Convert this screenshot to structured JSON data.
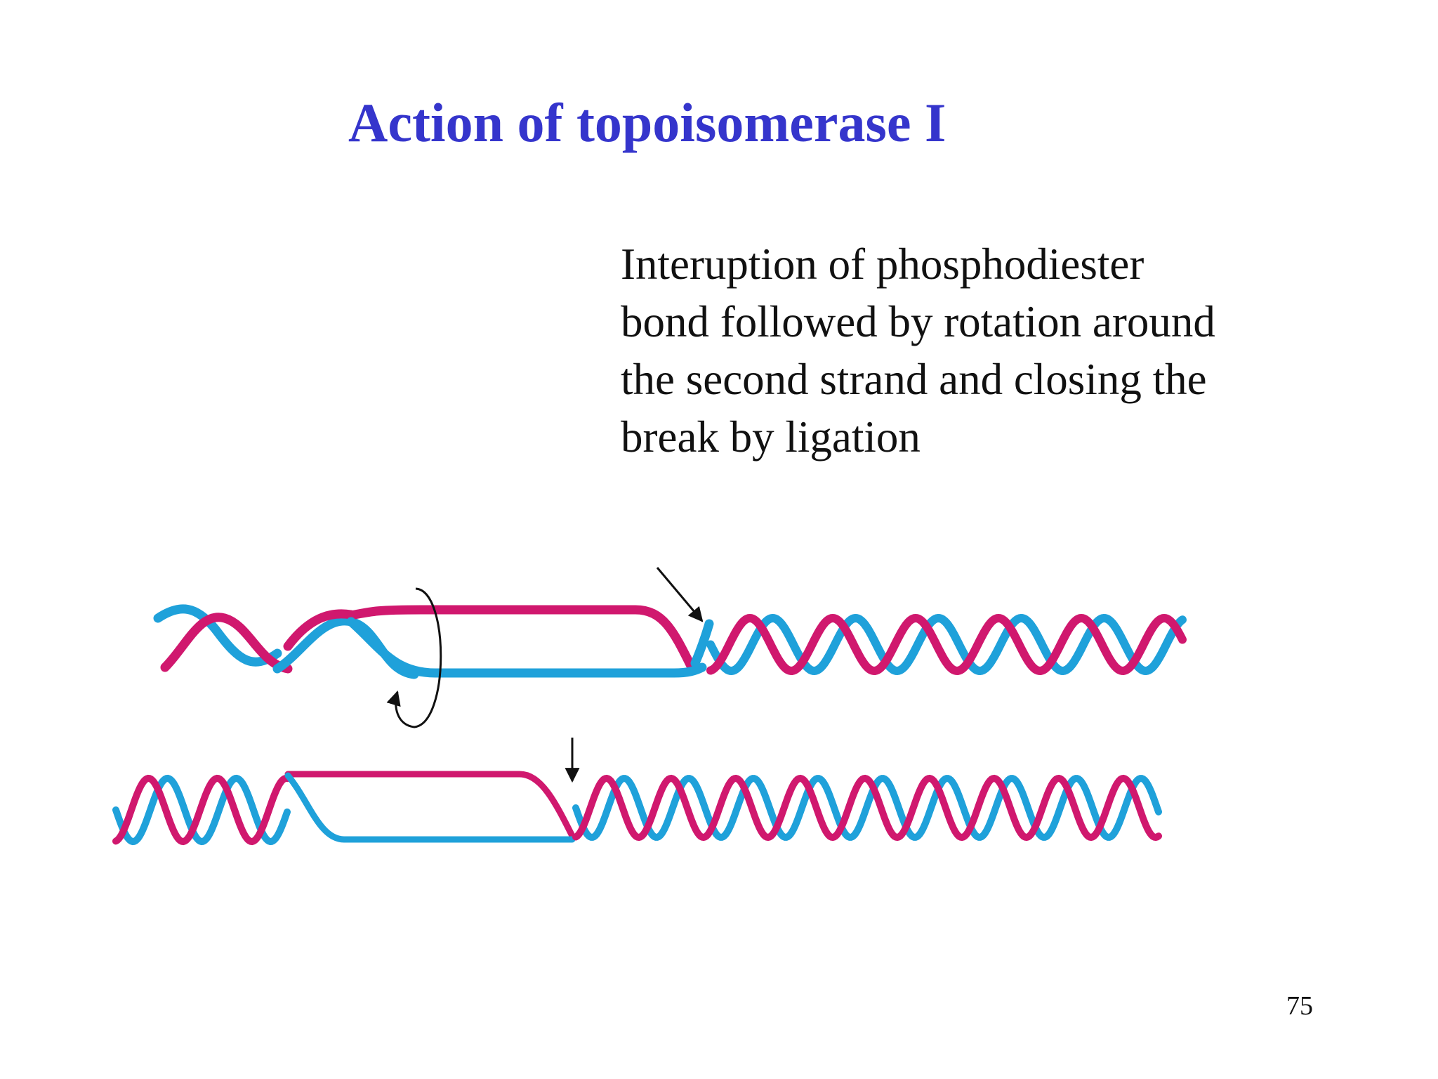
{
  "slide": {
    "title": "Action of topoisomerase I",
    "description_lines": [
      "Interuption of phosphodiester",
      "bond followed by rotation around",
      "the second strand and closing the",
      "break by ligation"
    ],
    "page_number": "75"
  },
  "colors": {
    "title": "#3535cc",
    "strand_magenta": "#d0186e",
    "strand_cyan": "#1fa1da",
    "arrow": "#111111"
  },
  "icons": {
    "rotation_arrow": "curved-arrow-icon",
    "nick_arrows": "arrow-down-icon"
  }
}
